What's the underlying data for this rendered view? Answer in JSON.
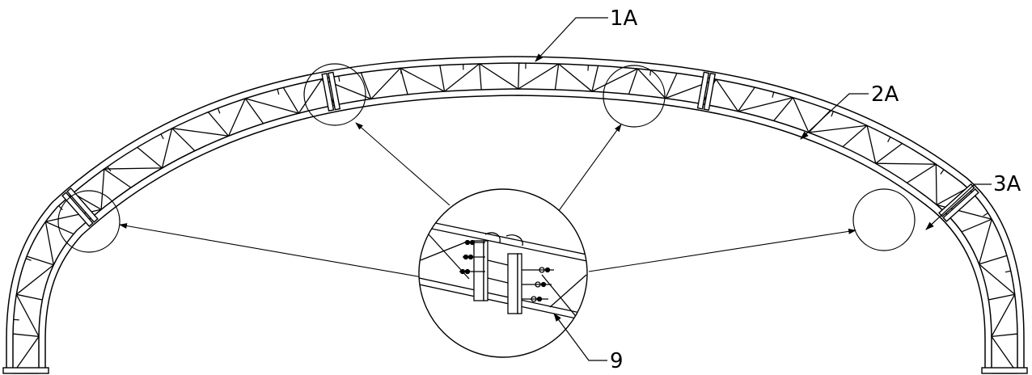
{
  "labels": {
    "arch_1": "1A",
    "arch_2": "2A",
    "arch_3": "3A",
    "connector": "9"
  },
  "colors": {
    "line": "#000000",
    "background": "#ffffff"
  }
}
